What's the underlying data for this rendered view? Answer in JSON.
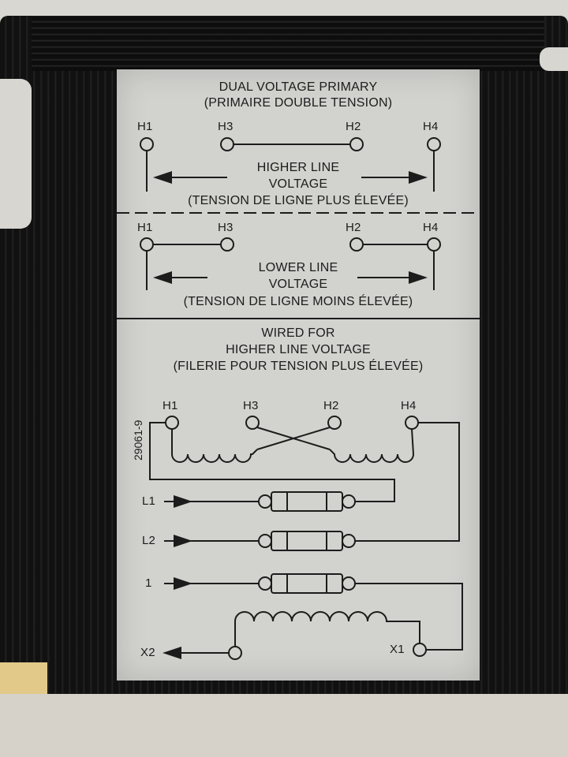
{
  "header": {
    "title": "DUAL VOLTAGE PRIMARY",
    "title_fr": "(PRIMAIRE DOUBLE TENSION)"
  },
  "higher_section": {
    "terminals": [
      "H1",
      "H3",
      "H2",
      "H4"
    ],
    "label_line1": "HIGHER LINE",
    "label_line2": "VOLTAGE",
    "label_fr": "(TENSION DE LIGNE PLUS ÉLEVÉE)"
  },
  "lower_section": {
    "terminals": [
      "H1",
      "H3",
      "H2",
      "H4"
    ],
    "label_line1": "LOWER LINE",
    "label_line2": "VOLTAGE",
    "label_fr": "(TENSION DE LIGNE MOINS ÉLEVÉE)"
  },
  "wired_section": {
    "line1": "WIRED FOR",
    "line2": "HIGHER LINE VOLTAGE",
    "line3": "(FILERIE POUR TENSION PLUS ÉLEVÉE)",
    "part_number": "29061-9",
    "terminals": [
      "H1",
      "H3",
      "H2",
      "H4"
    ],
    "inputs": [
      "L1",
      "L2",
      "1"
    ],
    "outputs": [
      "X2",
      "X1"
    ]
  },
  "colors": {
    "label": "#d2d2cf",
    "ink": "#1c1c1c",
    "housing": "#141414"
  }
}
